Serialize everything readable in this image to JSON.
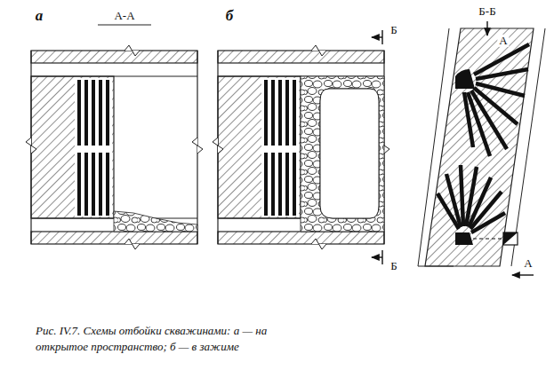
{
  "diagram": {
    "caption": "Рис. IV.7. Схемы отбойки скважинами: а — на открытое пространство; б — в зажиме",
    "labels": [
      "а",
      "А-А",
      "б",
      "Б",
      "Б",
      "Б-Б",
      "А",
      "А"
    ]
  }
}
